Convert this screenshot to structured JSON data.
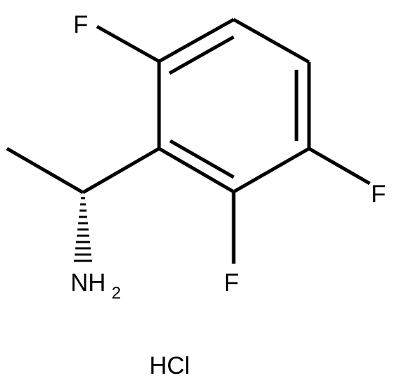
{
  "molecule": {
    "atoms": {
      "f_top": "F",
      "f_right": "F",
      "f_bottom": "F",
      "amine_n": "NH",
      "amine_h_count": "2"
    },
    "salt": "HCl",
    "stereo": "hashed wedge"
  }
}
